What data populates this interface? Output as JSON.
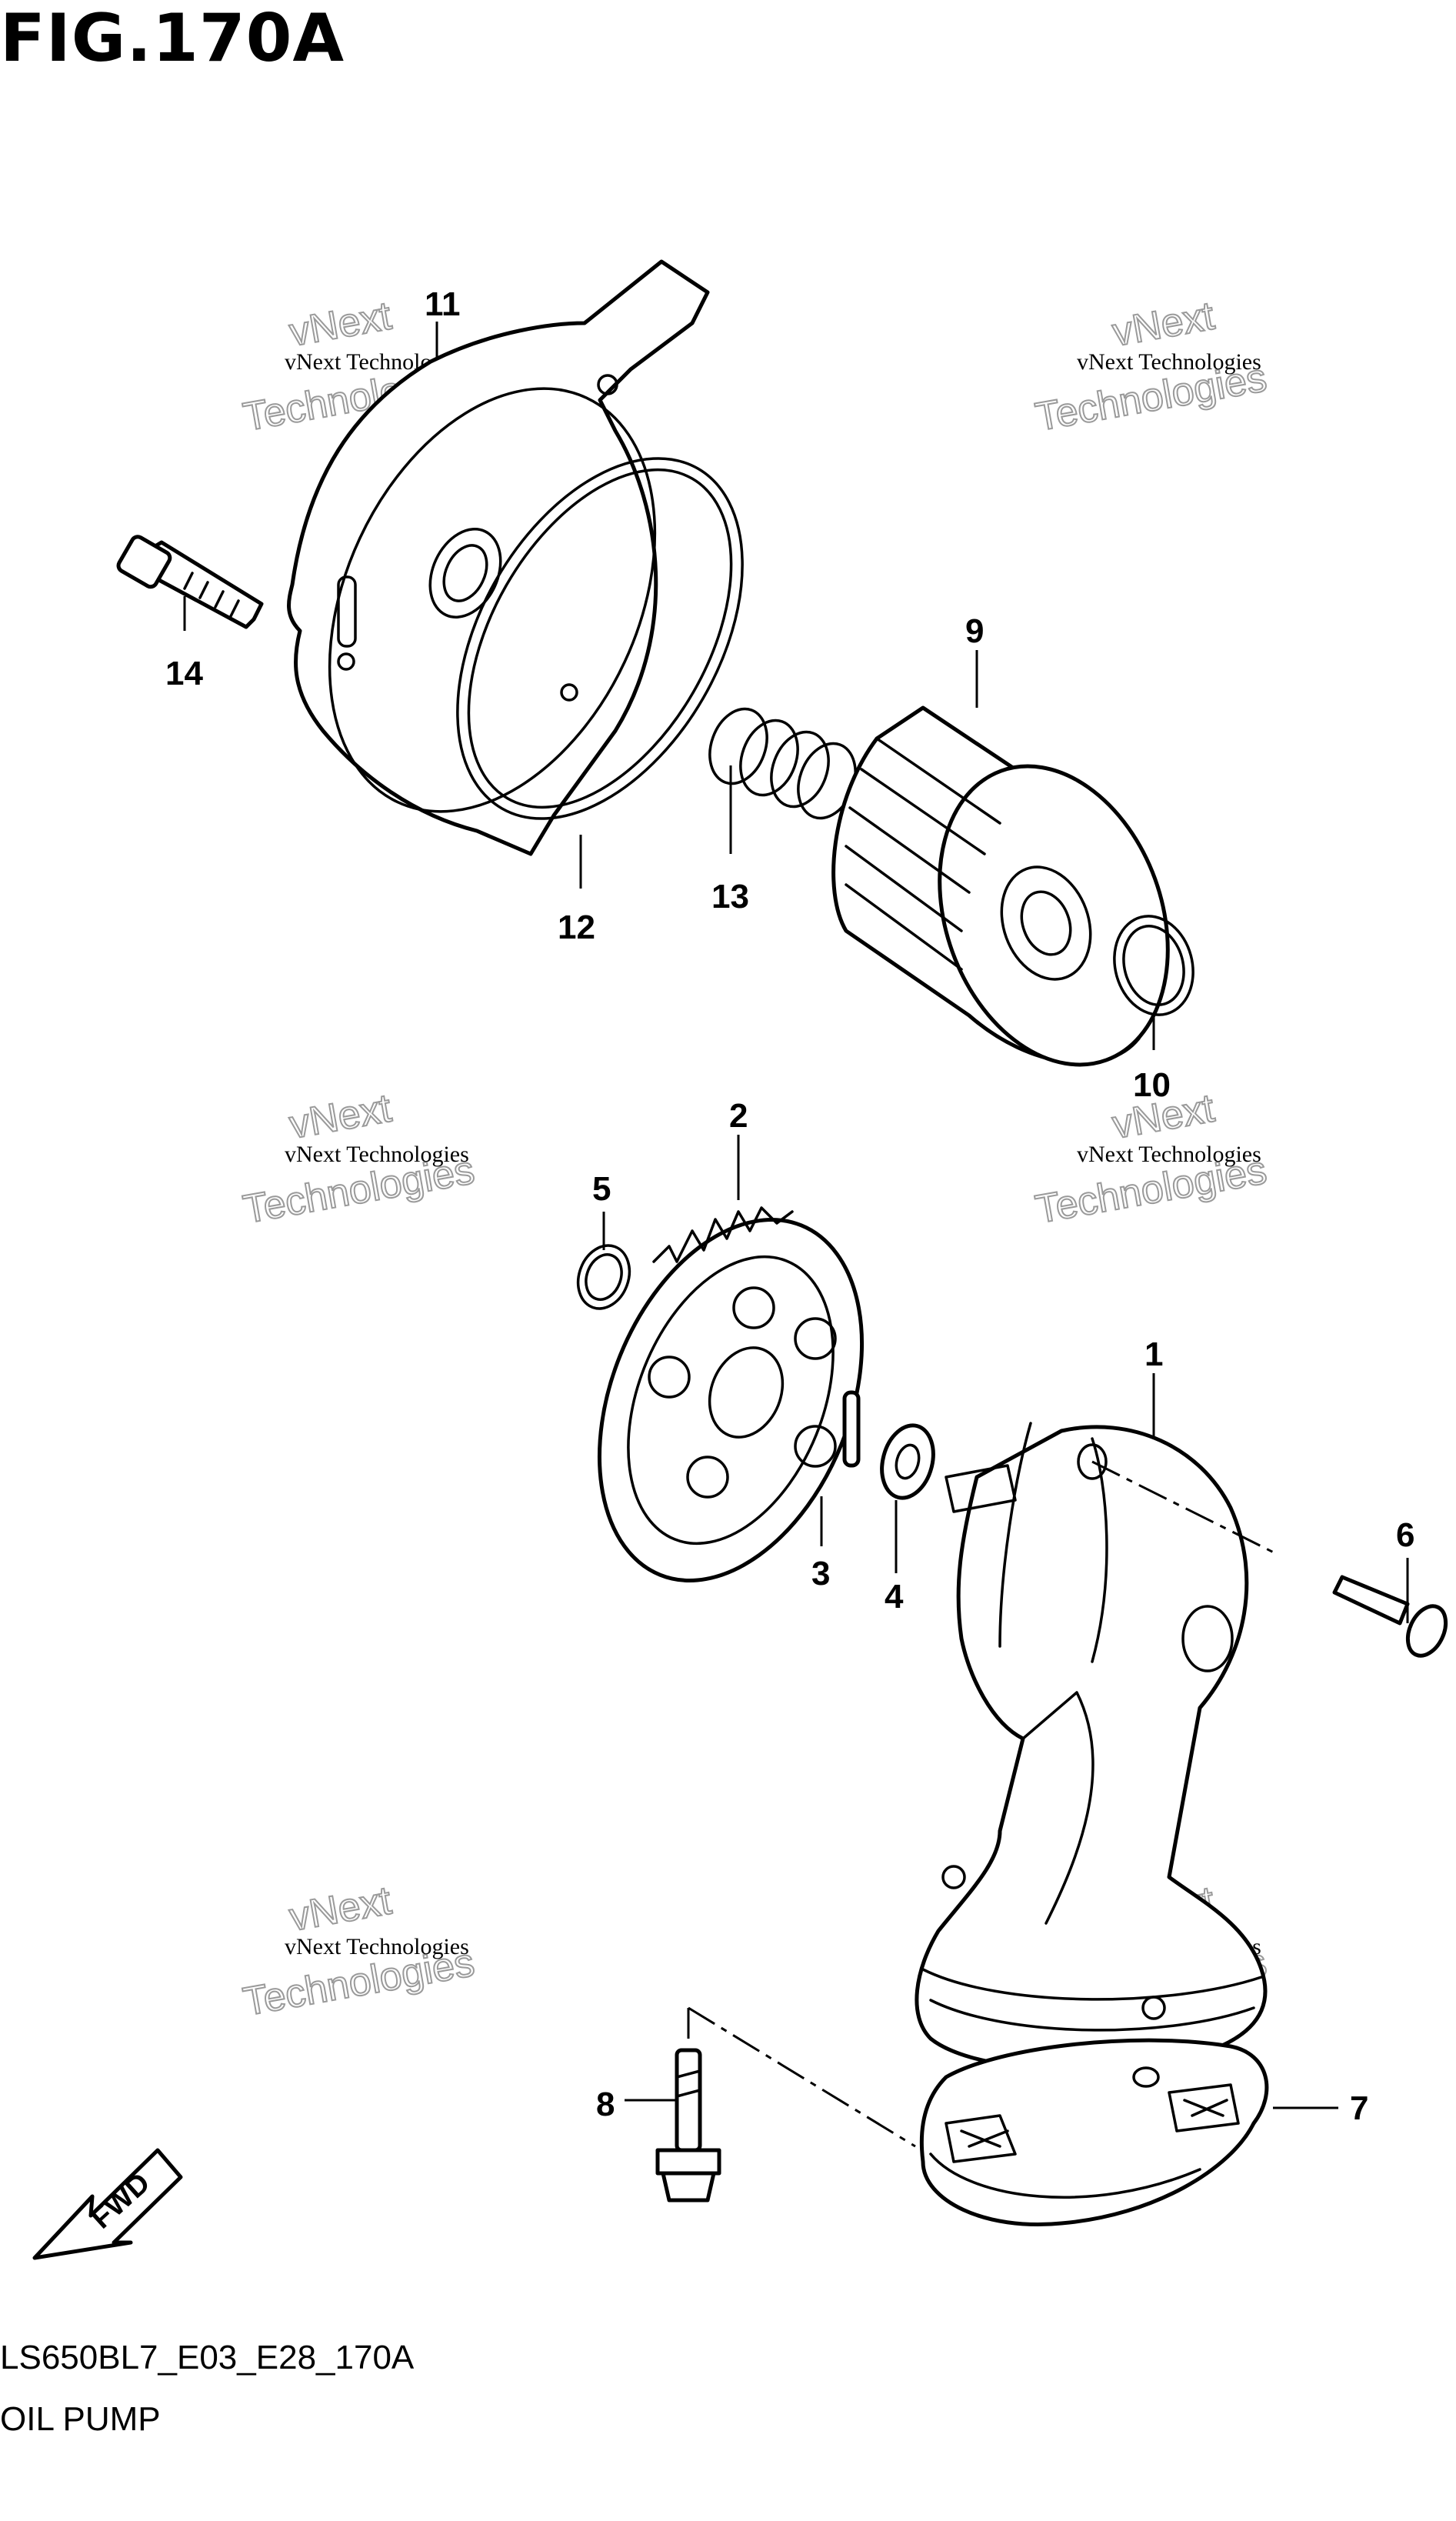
{
  "header": {
    "title": "FIG.170A"
  },
  "footer": {
    "code": "LS650BL7_E03_E28_170A",
    "name": "OIL PUMP"
  },
  "fwd_label": "FWD",
  "watermark": {
    "line1": "vNext Technologies",
    "line2": "vNext",
    "line3": "Technologies"
  },
  "callouts": {
    "c1": "1",
    "c2": "2",
    "c3": "3",
    "c4": "4",
    "c5": "5",
    "c6": "6",
    "c7": "7",
    "c8": "8",
    "c9": "9",
    "c10": "10",
    "c11": "11",
    "c12": "12",
    "c13": "13",
    "c14": "14"
  }
}
